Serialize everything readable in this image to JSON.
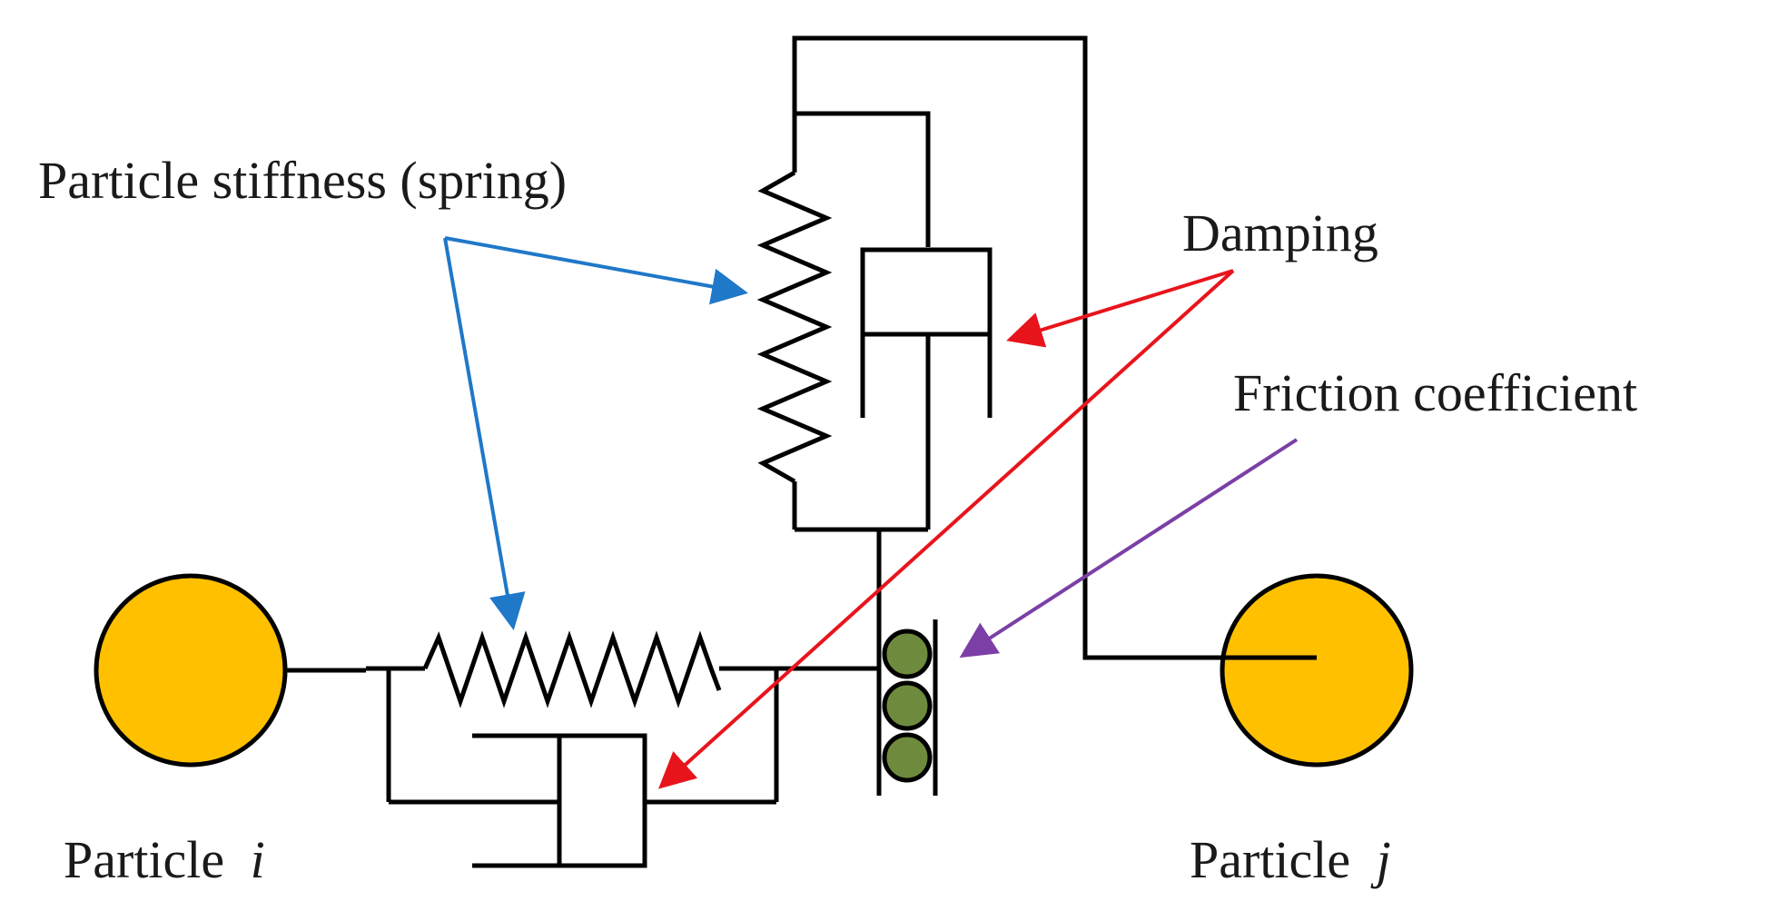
{
  "labels": {
    "stiffness": "Particle stiffness (spring)",
    "damping": "Damping",
    "friction": "Friction coefficient",
    "particle_i_word": "Particle",
    "particle_i_var": "i",
    "particle_j_word": "Particle",
    "particle_j_var": "j"
  },
  "colors": {
    "particle_fill": "#FFC000",
    "roller_fill": "#6E8B3D",
    "stiffness_arrow": "#1F78C8",
    "damping_arrow": "#E8141C",
    "friction_arrow": "#7B3FA6",
    "line": "#000000"
  }
}
